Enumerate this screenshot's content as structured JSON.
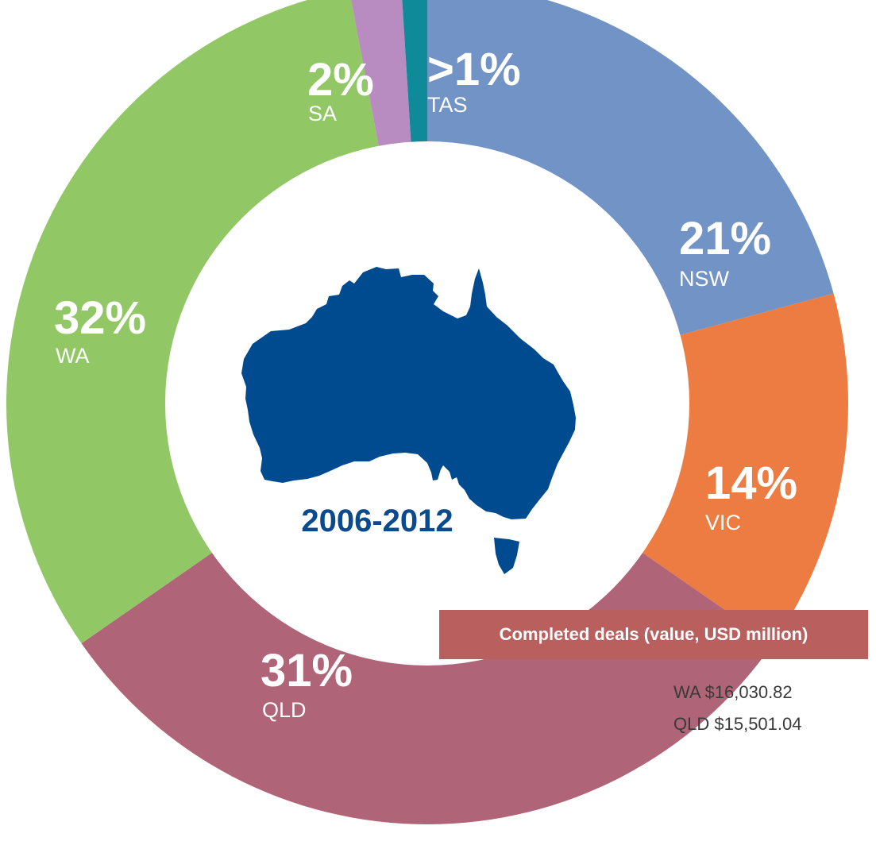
{
  "chart_data": {
    "type": "pie",
    "center_label": "2006-2012",
    "slices": [
      {
        "label": "NSW",
        "pct_label": "21%",
        "value": 21,
        "color": "#7193c5"
      },
      {
        "label": "VIC",
        "pct_label": "14%",
        "value": 14,
        "color": "#ec7c42"
      },
      {
        "label": "QLD",
        "pct_label": "31%",
        "value": 31,
        "color": "#b06478"
      },
      {
        "label": "WA",
        "pct_label": "32%",
        "value": 32,
        "color": "#92c765"
      },
      {
        "label": "SA",
        "pct_label": "2%",
        "value": 2,
        "color": "#b88bc1"
      },
      {
        "label": "TAS",
        "pct_label": ">1%",
        "value": 1,
        "color": "#0f8a99"
      }
    ],
    "deals": {
      "title": "Completed deals (value, USD million)",
      "rows": [
        {
          "state": "WA",
          "value": "$16,030.82"
        },
        {
          "state": "QLD",
          "value": "$15,501.04"
        }
      ]
    }
  },
  "colors": {
    "map": "#004a8f",
    "center_label": "#0b4a8c",
    "banner_bg": "#b9605e"
  },
  "icons": {
    "map": "australia-map-icon"
  }
}
